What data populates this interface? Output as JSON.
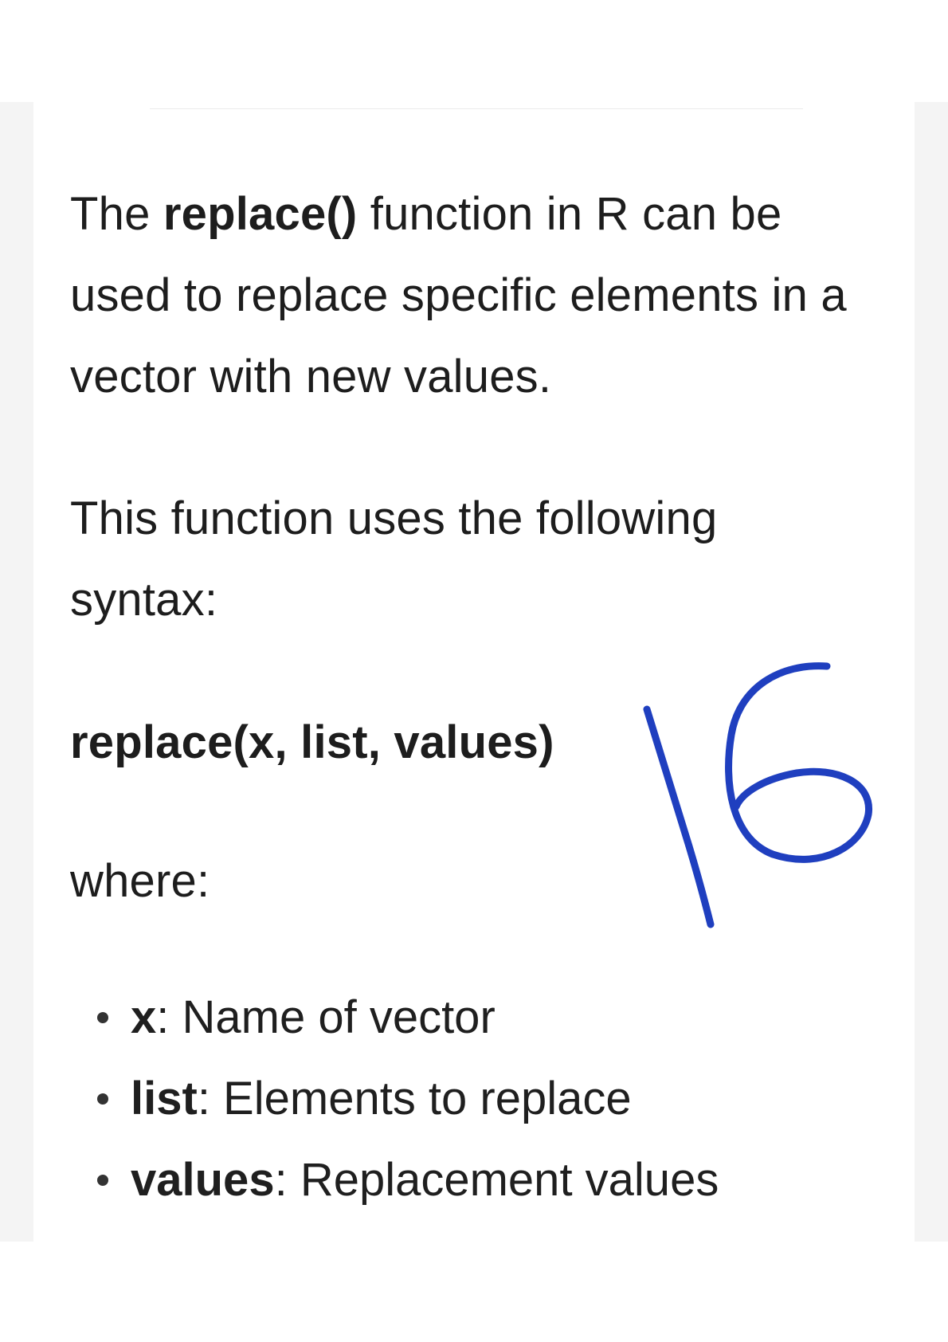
{
  "intro": {
    "prefix": "The ",
    "func_name": "replace()",
    "rest": " function in R can be used to replace specific elements in a vector with new values."
  },
  "syntax_intro": "This function uses the following syntax:",
  "syntax_code": "replace(x, list, values)",
  "where_label": "where:",
  "params": [
    {
      "name": "x",
      "sep": ": ",
      "desc": "Name of vector"
    },
    {
      "name": "list",
      "sep": ": ",
      "desc": "Elements to replace"
    },
    {
      "name": "values",
      "sep": ": ",
      "desc": "Replacement values"
    }
  ],
  "annotation": {
    "text": "16",
    "color": "#1f3fbf"
  }
}
